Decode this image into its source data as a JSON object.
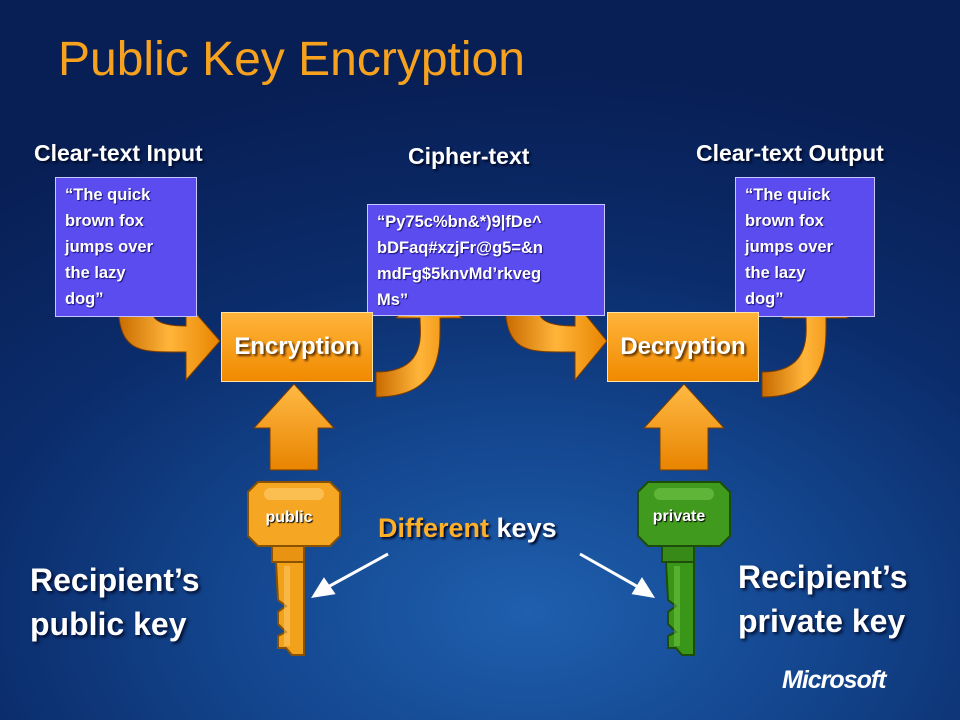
{
  "title": "Public Key Encryption",
  "headers": {
    "input": "Clear-text Input",
    "cipher": "Cipher-text",
    "output": "Clear-text Output"
  },
  "input_box": [
    "“The quick",
    "brown fox",
    "jumps over",
    "the lazy",
    "dog”"
  ],
  "cipher_box": [
    "“Py75c%bn&*)9|fDe^",
    "bDFaq#xzjFr@g5=&n",
    "mdFg$5knvMd’rkveg",
    "Ms”"
  ],
  "output_box": [
    "“The quick",
    "brown fox",
    "jumps over",
    "the lazy",
    "dog”"
  ],
  "process": {
    "encrypt": "Encryption",
    "decrypt": "Decryption"
  },
  "keys": {
    "public_tag": "public",
    "private_tag": "private",
    "public_label": [
      "Recipient’s",
      "public key"
    ],
    "private_label": [
      "Recipient’s",
      "private key"
    ],
    "different": "Different",
    "keys_word": "keys"
  },
  "brand": "Microsoft",
  "colors": {
    "title": "#f7a21e",
    "box": "#5b4cf0",
    "process": "#f39a12",
    "public_key": "#f5a623",
    "private_key": "#3f9a1e"
  }
}
